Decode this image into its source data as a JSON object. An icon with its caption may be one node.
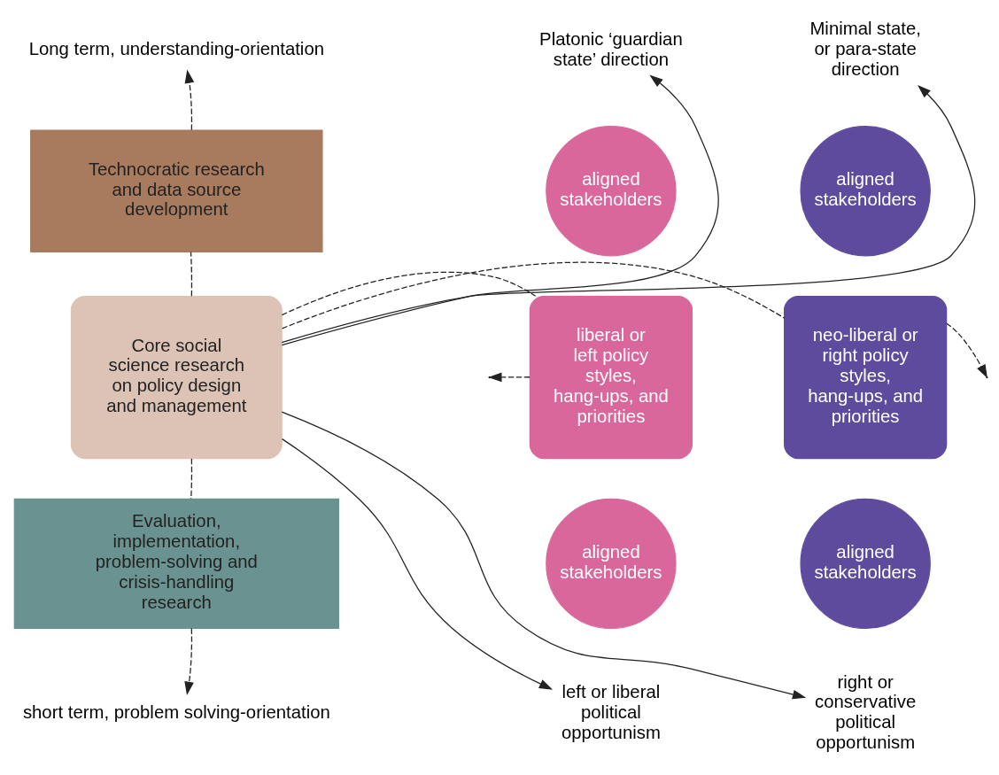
{
  "diagram": {
    "nodes": [
      {
        "text": [
          "Long term, understanding-orientation"
        ]
      },
      {
        "text": [
          "Platonic ‘guardian state’ direction"
        ]
      },
      {
        "text": [
          "Minimal state, or para-state direction"
        ]
      },
      {
        "text": [
          "Technocratic research and data source development"
        ]
      },
      {
        "text": [
          "aligned stakeholders"
        ]
      },
      {
        "text": [
          "aligned stakeholders"
        ]
      },
      {
        "text": [
          "liberal or left policy styles, hang-ups, and priorities"
        ]
      },
      {
        "text": [
          "Core social science research on policy design and management"
        ]
      },
      {
        "text": [
          "neo-liberal or right policy styles, hang-ups, and priorities"
        ]
      },
      {
        "text": [
          "aligned stakeholders"
        ]
      },
      {
        "text": [
          "aligned stakeholders"
        ]
      },
      {
        "text": [
          "Evaluation, implementation, problem-solving and crisis-handling research"
        ]
      },
      {
        "text": [
          "left or liberal political opportunism"
        ]
      },
      {
        "text": [
          "short term, problem solving-orientation"
        ]
      },
      {
        "text": [
          "right or conservative political opportunism"
        ]
      }
    ],
    "edges": [
      {
        "from": 7,
        "to": 3,
        "arrow": "none",
        "style": "dashed"
      },
      {
        "from": 3,
        "to": 0,
        "arrow": "to",
        "style": "dashed"
      },
      {
        "from": 7,
        "to": 1,
        "arrow": "to"
      },
      {
        "from": 7,
        "to": 2,
        "arrow": "to"
      },
      {
        "from": 7,
        "to": 6,
        "arrow": "none",
        "style": "dashed"
      },
      {
        "from": 6,
        "to": null,
        "arrow": "to",
        "style": "dashed"
      },
      {
        "from": 7,
        "to": 8,
        "arrow": "none",
        "style": "dashed"
      },
      {
        "from": 8,
        "to": null,
        "arrow": "to",
        "style": "dashed"
      },
      {
        "from": 7,
        "to": 11,
        "arrow": "none",
        "style": "dashed"
      },
      {
        "from": 11,
        "to": 13,
        "arrow": "to",
        "style": "dashed"
      },
      {
        "from": 7,
        "to": 12,
        "arrow": "to"
      },
      {
        "from": 7,
        "to": 14,
        "arrow": "to"
      }
    ]
  }
}
